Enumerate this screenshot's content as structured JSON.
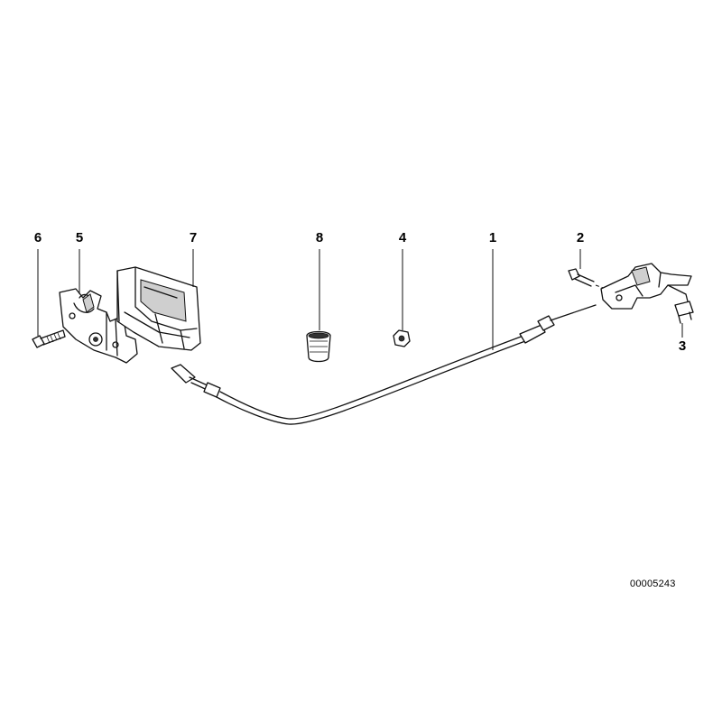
{
  "callouts": {
    "p1": "1",
    "p2": "2",
    "p3": "3",
    "p4": "4",
    "p5": "5",
    "p6": "6",
    "p7": "7",
    "p8": "8"
  },
  "drawing_number": "00005243"
}
